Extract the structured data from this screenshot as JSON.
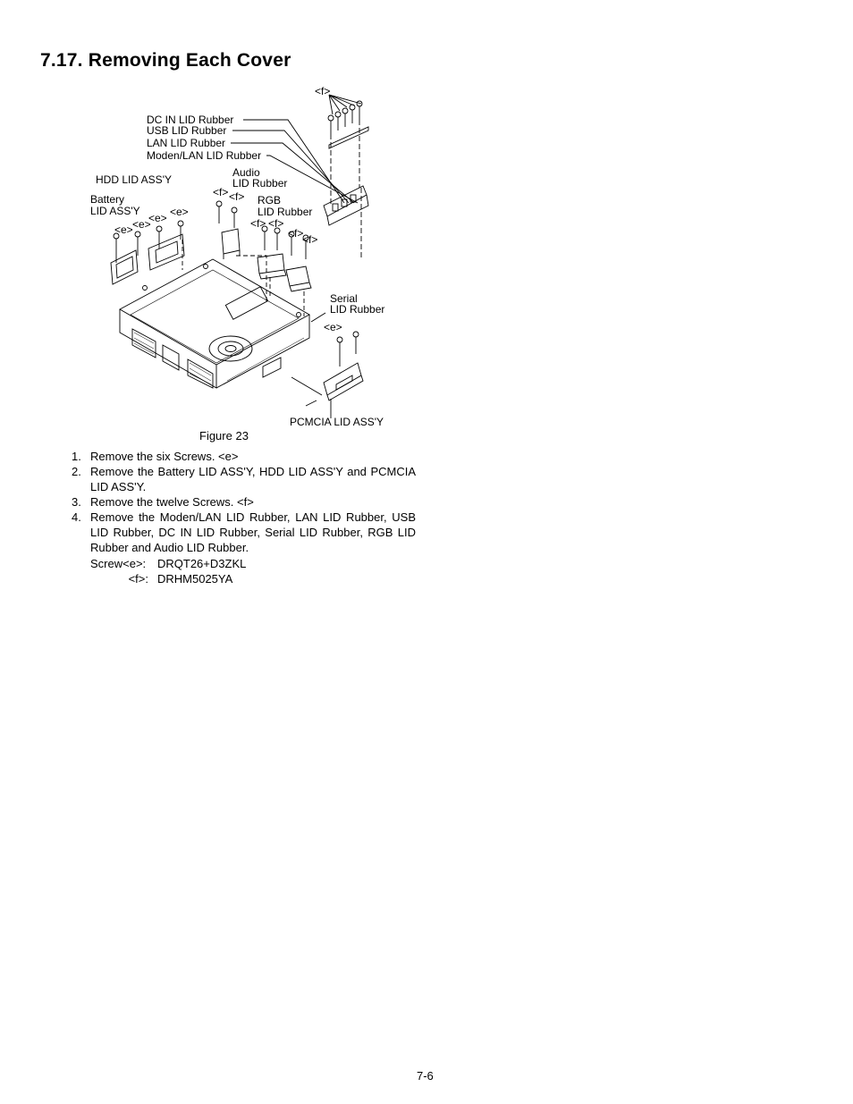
{
  "section_title": "7.17. Removing Each Cover",
  "figure": {
    "labels": {
      "f_top": "<f>",
      "dc_in": "DC IN LID Rubber",
      "usb": "USB LID Rubber",
      "lan": "LAN LID Rubber",
      "moden_lan": "Moden/LAN LID Rubber",
      "hdd": "HDD LID ASS'Y",
      "audio1": "Audio",
      "audio2": "LID Rubber",
      "battery1": "Battery",
      "battery2": "LID ASS'Y",
      "f_a": "<f>",
      "f_b": "<f>",
      "rgb1": "RGB",
      "rgb2": "LID Rubber",
      "e_a": "<e>",
      "e_b": "<e>",
      "e_c": "<e>",
      "e_d": "<e>",
      "f_c": "<f>",
      "f_d": "<f>",
      "f_e": "<f>",
      "f_f": "<f>",
      "serial1": "Serial",
      "serial2": "LID Rubber",
      "e_e": "<e>",
      "pcmcia": "PCMCIA LID ASS'Y"
    },
    "caption": "Figure 23"
  },
  "steps": [
    {
      "num": "1.",
      "text": "Remove the six Screws. <e>"
    },
    {
      "num": "2.",
      "text": "Remove the Battery LID ASS'Y, HDD LID ASS'Y and PCMCIA LID ASS'Y."
    },
    {
      "num": "3.",
      "text": "Remove the twelve Screws. <f>"
    },
    {
      "num": "4.",
      "text": "Remove the Moden/LAN LID Rubber, LAN LID Rubber, USB LID Rubber, DC IN LID Rubber, Serial LID Rubber, RGB LID Rubber and Audio LID Rubber."
    }
  ],
  "screws": [
    {
      "key": "Screw<e>:",
      "value": "DRQT26+D3ZKL"
    },
    {
      "key": "<f>:",
      "value": "DRHM5025YA"
    }
  ],
  "page_number": "7-6"
}
